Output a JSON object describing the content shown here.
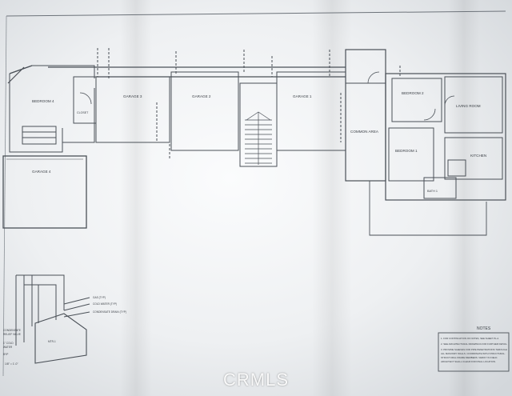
{
  "rooms": {
    "bedroom_4": "BEDROOM 4",
    "closet": "CLOSET",
    "garage_4": "GARAGE 4",
    "garage_3": "GARAGE 3",
    "garage_2": "GARAGE 2",
    "garage_1": "GARAGE 1",
    "common_area": "COMMON AREA",
    "bedroom_2": "BEDROOM 2",
    "bedroom_1": "BEDROOM 1",
    "living_room": "LIVING ROOM",
    "kitchen": "KITCHEN",
    "bath_1": "BATH 1"
  },
  "notes": {
    "heading": "NOTES",
    "items": [
      "1. FOR CONTINUATION OF NOTES, SEE SHEET PL-2.",
      "2. SEE ARCHITECTURAL DRAWINGS FOR FURTHER DETAIL.",
      "3. PROVIDE SLEEVES FOR PIPE PENETRATIONS THROUGH",
      "   ALL MASONRY WALLS. COORDINATE WITH STRUCTURAL.",
      "   STRUCTURAL FRAME MEMBERS. VERIFY IN FIELD.",
      "   ARCHITECT SHALL CLEAR FOR FINAL LOCATION."
    ]
  },
  "riser": {
    "labels": [
      "GAS (TYP)",
      "COLD WATER (TYP)",
      "CONDENSATE DRAIN (TYP)"
    ],
    "box": "MTR-1",
    "left_note": [
      "CONDENSATE",
      "RELIEF VALVE",
      "1\" COLD",
      "WATER",
      "BYP"
    ]
  },
  "footer": "1/8\" = 1'-0\"",
  "watermark": "CRMLS"
}
